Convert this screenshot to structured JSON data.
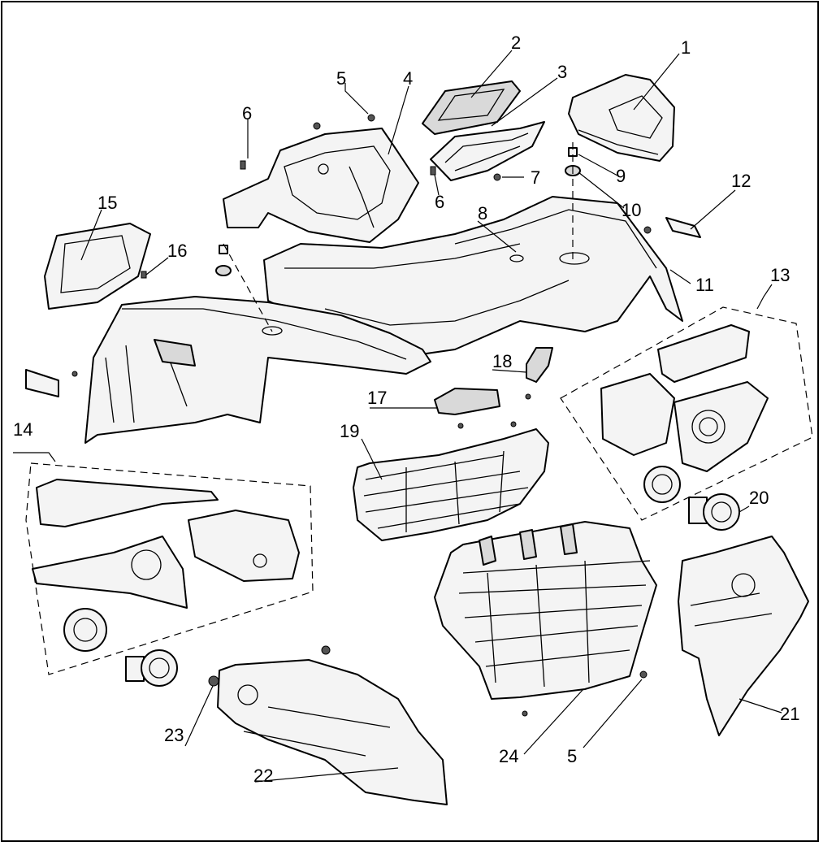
{
  "diagram": {
    "callouts": [
      {
        "id": "c1",
        "text": "1"
      },
      {
        "id": "c2",
        "text": "2"
      },
      {
        "id": "c3",
        "text": "3"
      },
      {
        "id": "c4",
        "text": "4"
      },
      {
        "id": "c5a",
        "text": "5"
      },
      {
        "id": "c6a",
        "text": "6"
      },
      {
        "id": "c6b",
        "text": "6"
      },
      {
        "id": "c7",
        "text": "7"
      },
      {
        "id": "c8",
        "text": "8"
      },
      {
        "id": "c9",
        "text": "9"
      },
      {
        "id": "c10",
        "text": "10"
      },
      {
        "id": "c11",
        "text": "11"
      },
      {
        "id": "c12",
        "text": "12"
      },
      {
        "id": "c13",
        "text": "13"
      },
      {
        "id": "c14",
        "text": "14"
      },
      {
        "id": "c15",
        "text": "15"
      },
      {
        "id": "c16",
        "text": "16"
      },
      {
        "id": "c17",
        "text": "17"
      },
      {
        "id": "c18",
        "text": "18"
      },
      {
        "id": "c19",
        "text": "19"
      },
      {
        "id": "c20",
        "text": "20"
      },
      {
        "id": "c21",
        "text": "21"
      },
      {
        "id": "c22",
        "text": "22"
      },
      {
        "id": "c23",
        "text": "23"
      },
      {
        "id": "c24",
        "text": "24"
      },
      {
        "id": "c5b",
        "text": "5"
      }
    ]
  }
}
